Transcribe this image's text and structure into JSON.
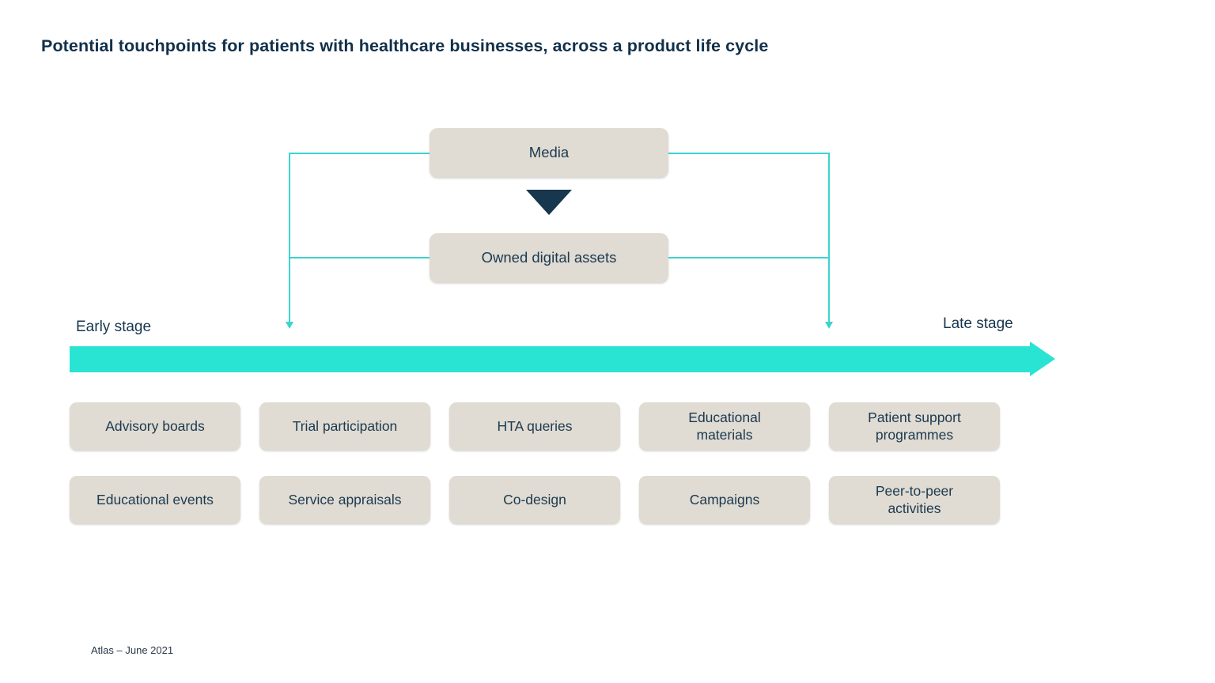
{
  "title": "Potential touchpoints for patients with healthcare businesses, across a product life cycle",
  "colors": {
    "navy_text": "#11304a",
    "navy_triangle": "#16374d",
    "timeline_teal": "#2ae4d3",
    "connector_teal": "#3bd4ce",
    "box_beige": "#e0dbd3",
    "box_text": "#1b3a4f"
  },
  "flow": {
    "media_label": "Media",
    "owned_label": "Owned digital assets"
  },
  "timeline": {
    "early_label": "Early stage",
    "late_label": "Late stage"
  },
  "touchpoints": {
    "row1": [
      "Advisory boards",
      "Trial participation",
      "HTA queries",
      "Educational\nmaterials",
      "Patient support\nprogrammes"
    ],
    "row2": [
      "Educational events",
      "Service appraisals",
      "Co-design",
      "Campaigns",
      "Peer-to-peer\nactivities"
    ]
  },
  "footer": "Atlas – June 2021"
}
